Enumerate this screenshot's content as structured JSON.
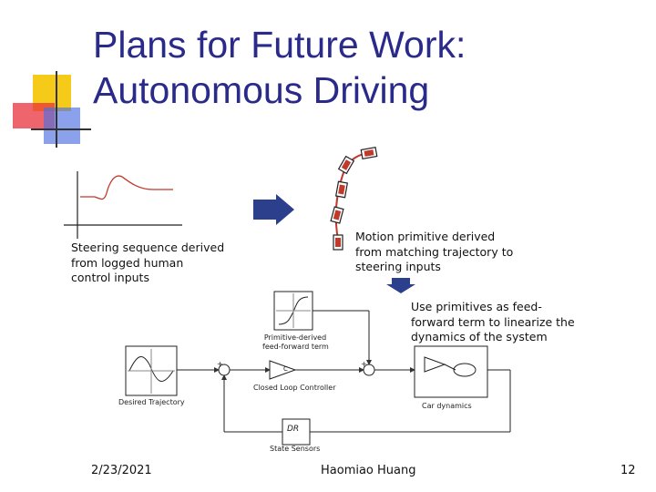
{
  "slide": {
    "title_line1": "Plans for Future Work:",
    "title_line2": "Autonomous Driving",
    "steering_caption": "Steering sequence derived\nfrom logged human\ncontrol inputs",
    "motion_caption": "Motion primitive derived\nfrom matching trajectory to\nsteering inputs",
    "feedforward_caption": "Use primitives as feed-\nforward term to linearize the\ndynamics of the system"
  },
  "diagram": {
    "feedforward_block_label_1": "Primitive-derived",
    "feedforward_block_label_2": "feed-forward term",
    "desired_trajectory_label": "Desired Trajectory",
    "controller_label": "Closed Loop Controller",
    "controller_symbol": "C",
    "car_dynamics_label": "Car dynamics",
    "state_sensors_label": "State Sensors",
    "sensor_symbol": "DR"
  },
  "footer": {
    "date": "2/23/2021",
    "author": "Haomiao Huang",
    "page_number": "12"
  },
  "colors": {
    "title": "#2a2a8a",
    "arrow_blue": "#2b3f8c",
    "deco_yellow": "#f5c400",
    "deco_red": "#e8323c",
    "deco_blue": "#4d6fe0",
    "graph_red": "#c0392b",
    "car_red": "#c0392b"
  }
}
